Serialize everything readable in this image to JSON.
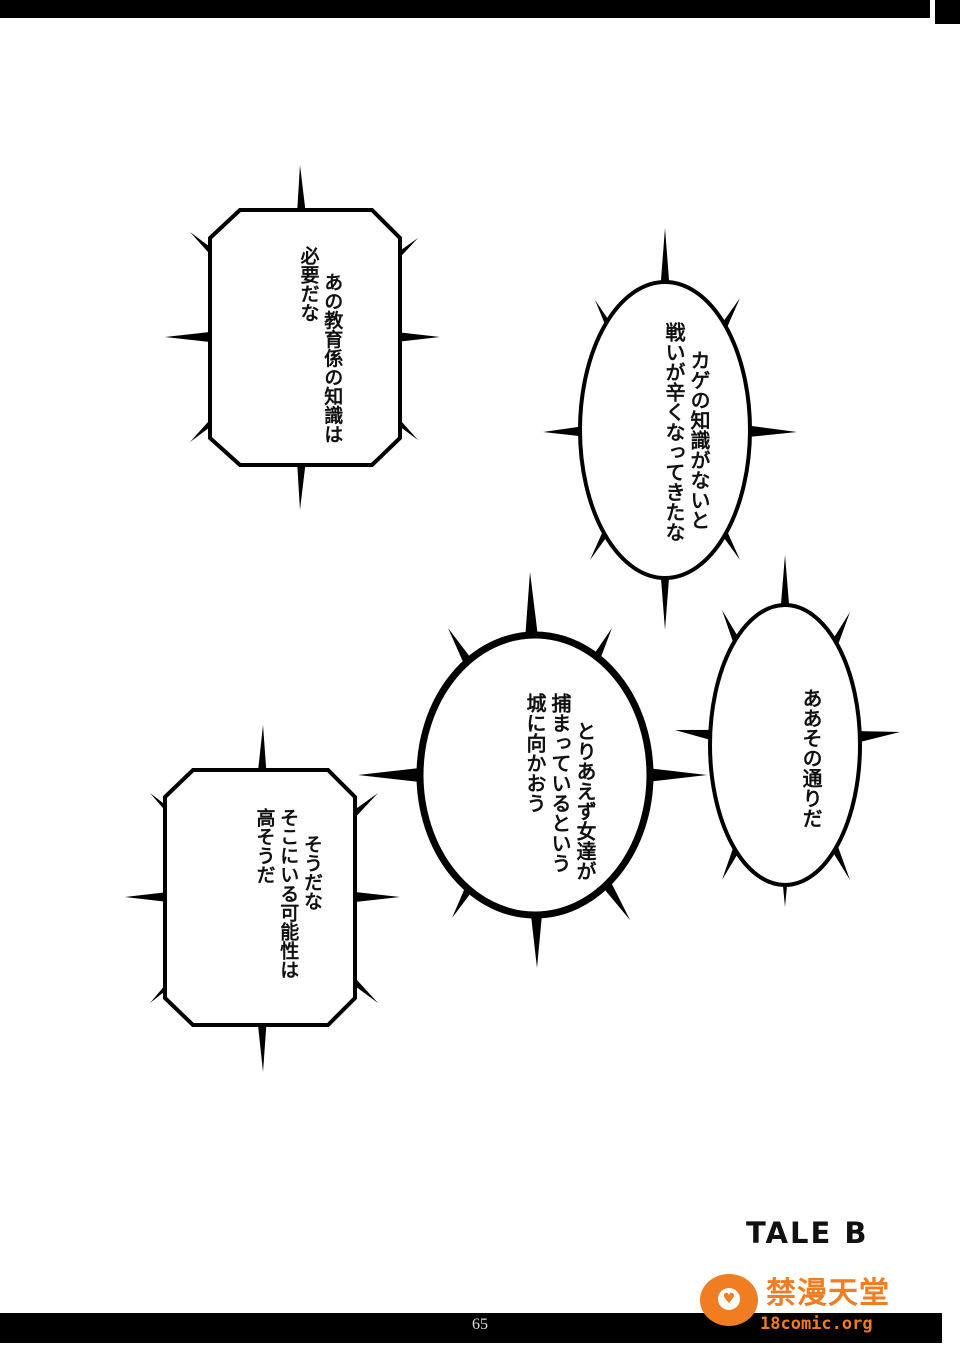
{
  "bubbles": [
    {
      "lines": [
        "あの教育係の知識は",
        "必要だな"
      ]
    },
    {
      "lines": [
        "カゲの知識がないと",
        "戦いが辛くなってきたな"
      ]
    },
    {
      "lines": [
        "とりあえず女達が",
        "捕まっているという",
        "城に向かおう"
      ]
    },
    {
      "lines": [
        "ああその通りだ"
      ]
    },
    {
      "lines": [
        "そうだな",
        "そこにいる可能性は",
        "高そうだ"
      ]
    }
  ],
  "chapter_label": "TALE B",
  "page_number": "65",
  "watermark": {
    "name": "禁漫天堂",
    "url": "18comic.org",
    "color": "#f07d22"
  }
}
